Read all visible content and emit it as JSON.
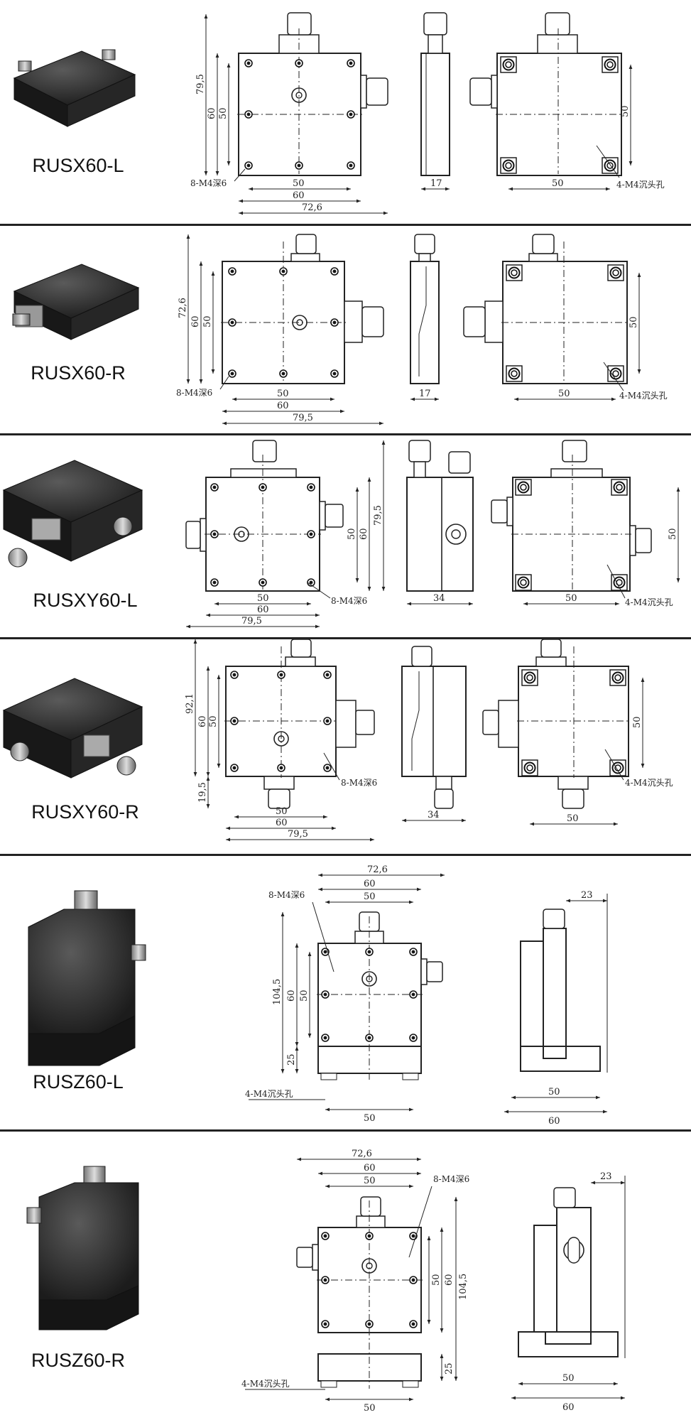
{
  "rows": [
    {
      "model": "RUSX60-L",
      "dims": {
        "v1": "79,5",
        "v2": "60",
        "v3": "50",
        "h1": "50",
        "h2": "60",
        "h3": "72,6",
        "side": "17",
        "back_v": "50",
        "back_h": "50"
      },
      "tap": "8-M4深6",
      "cbore": "4-M4沉头孔"
    },
    {
      "model": "RUSX60-R",
      "dims": {
        "v1": "72,6",
        "v2": "60",
        "v3": "50",
        "h1": "50",
        "h2": "60",
        "h3": "79,5",
        "side": "17",
        "back_v": "50",
        "back_h": "50"
      },
      "tap": "8-M4深6",
      "cbore": "4-M4沉头孔"
    },
    {
      "model": "RUSXY60-L",
      "dims": {
        "v1": "79,5",
        "v2": "60",
        "v3": "50",
        "h1": "50",
        "h2": "60",
        "h3": "79,5",
        "side": "34",
        "back_v": "50",
        "back_h": "50"
      },
      "tap": "8-M4深6",
      "cbore": "4-M4沉头孔"
    },
    {
      "model": "RUSXY60-R",
      "dims": {
        "v1": "92,1",
        "v2": "60",
        "v3": "50",
        "v4": "19,5",
        "h1": "50",
        "h2": "60",
        "h3": "79,5",
        "side": "34",
        "back_v": "50",
        "back_h": "50"
      },
      "tap": "8-M4深6",
      "cbore": "4-M4沉头孔"
    },
    {
      "model": "RUSZ60-L",
      "dims": {
        "t1": "72,6",
        "t2": "60",
        "t3": "50",
        "v1": "104,5",
        "v2": "60",
        "v3": "50",
        "v4": "25",
        "h1": "50",
        "side_top": "23",
        "side_h1": "50",
        "side_h2": "60"
      },
      "tap": "8-M4深6",
      "cbore": "4-M4沉头孔"
    },
    {
      "model": "RUSZ60-R",
      "dims": {
        "t1": "72,6",
        "t2": "60",
        "t3": "50",
        "v1": "104,5",
        "v2": "60",
        "v3": "50",
        "v4": "25",
        "h1": "50",
        "side_top": "23",
        "side_h1": "50",
        "side_h2": "60"
      },
      "tap": "8-M4深6",
      "cbore": "4-M4沉头孔"
    }
  ]
}
